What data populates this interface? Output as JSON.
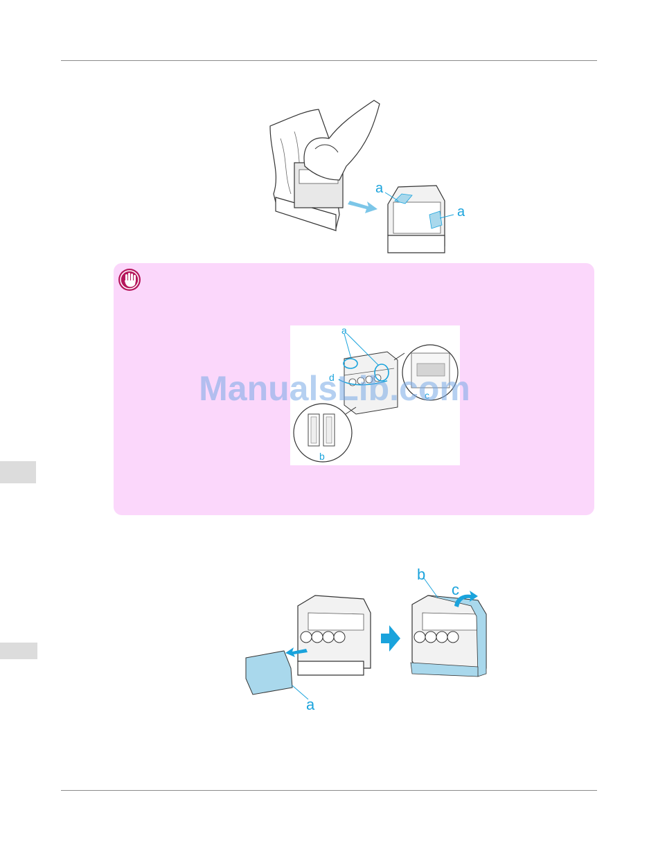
{
  "colors": {
    "callout_bg": "#fbd7fb",
    "accent_blue": "#1aa3dc",
    "light_blue": "#a9d8ec",
    "rule": "#8a8a8a",
    "watermark": "#78aae6"
  },
  "figure1": {
    "label_a_left": "a",
    "label_a_right": "a"
  },
  "important": {
    "icon": "hand-stop-icon"
  },
  "figure2": {
    "label_a": "a",
    "label_b": "b",
    "label_c": "c",
    "label_d": "d"
  },
  "watermark": "ManualsLib.com",
  "figure3": {
    "label_a": "a",
    "label_b": "b",
    "label_c": "c"
  }
}
